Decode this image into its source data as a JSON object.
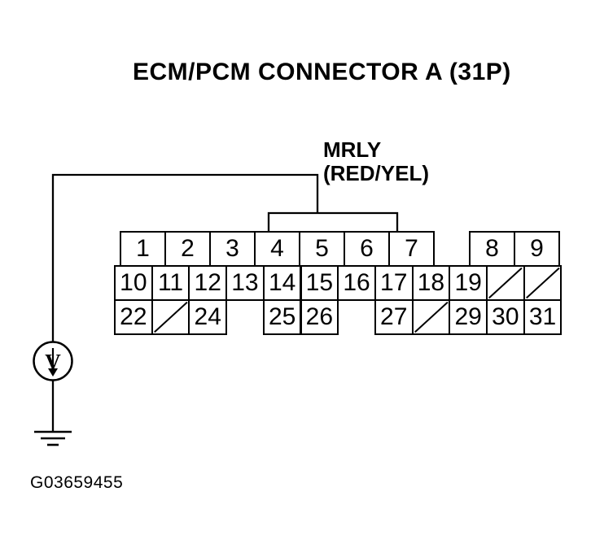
{
  "title": "ECM/PCM CONNECTOR A (31P)",
  "wire_label": {
    "name": "MRLY",
    "color": "(RED/YEL)"
  },
  "meter_label": "V",
  "footer_code": "G03659455",
  "connector": {
    "rows": [
      {
        "cells": [
          {
            "pin": "1"
          },
          {
            "pin": "2"
          },
          {
            "pin": "3"
          },
          {
            "pin": "4"
          },
          {
            "pin": "5"
          },
          {
            "pin": "6"
          },
          {
            "pin": "7"
          },
          {
            "type": "gap"
          },
          {
            "pin": "8"
          },
          {
            "pin": "9"
          }
        ]
      },
      {
        "cells": [
          {
            "pin": "10"
          },
          {
            "pin": "11"
          },
          {
            "pin": "12"
          },
          {
            "pin": "13"
          },
          {
            "pin": "14"
          },
          {
            "pin": "15"
          },
          {
            "pin": "16"
          },
          {
            "pin": "17"
          },
          {
            "pin": "18"
          },
          {
            "pin": "19"
          },
          {
            "type": "blocked"
          },
          {
            "type": "blocked"
          }
        ]
      },
      {
        "cells": [
          {
            "pin": "22"
          },
          {
            "type": "blocked"
          },
          {
            "pin": "24"
          },
          {
            "type": "gap"
          },
          {
            "pin": "25"
          },
          {
            "pin": "26"
          },
          {
            "type": "gap"
          },
          {
            "pin": "27"
          },
          {
            "type": "blocked"
          },
          {
            "pin": "29"
          },
          {
            "pin": "30"
          },
          {
            "pin": "31"
          }
        ]
      }
    ]
  }
}
